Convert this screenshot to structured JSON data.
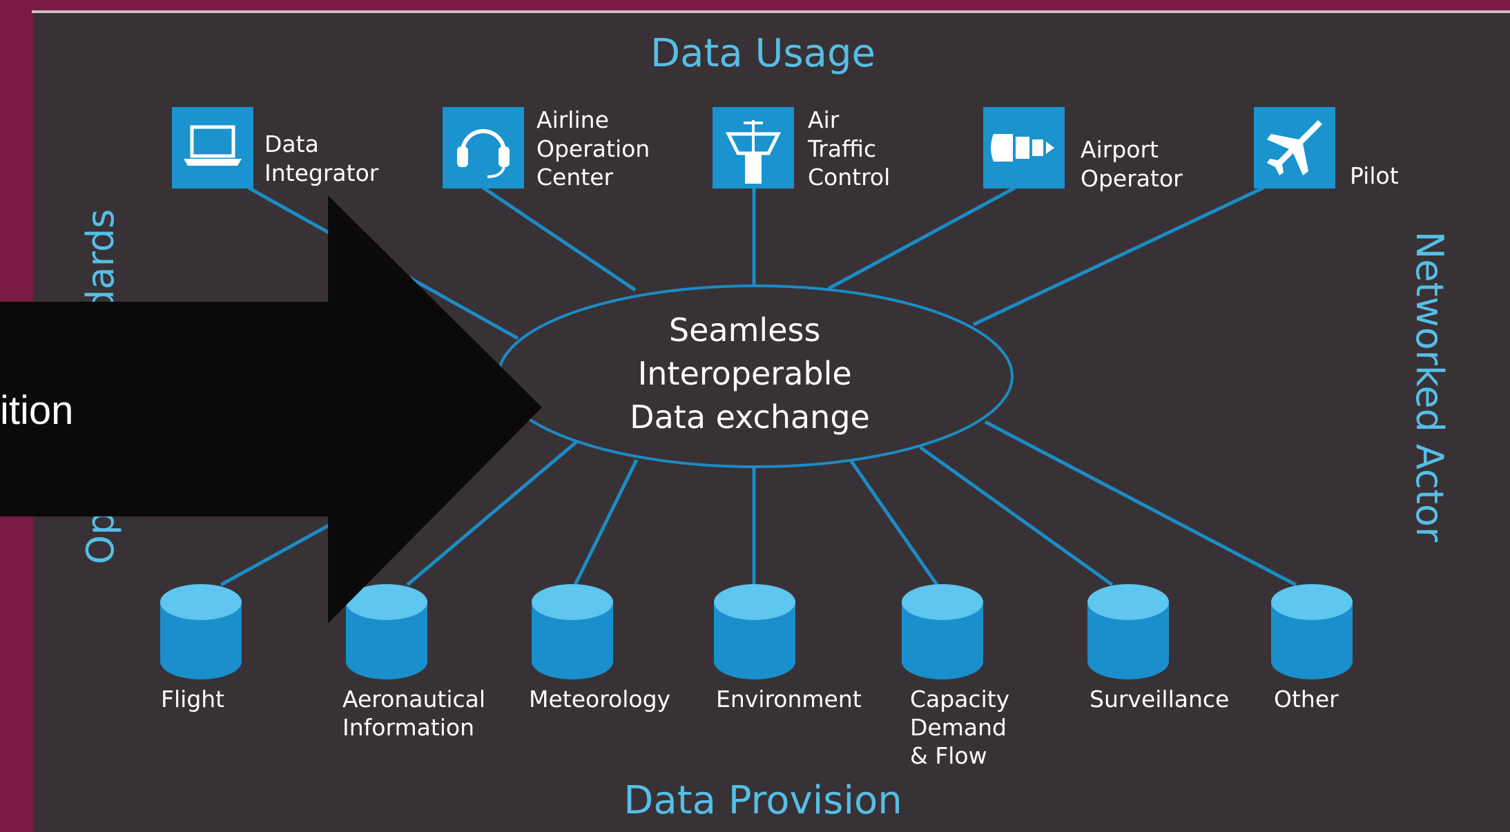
{
  "diagram": {
    "top_heading": "Data Usage",
    "bottom_heading": "Data Provision",
    "left_side_label": "Open IM Standards",
    "right_side_label": "Networked Actor",
    "center_lines": [
      "Seamless",
      "Interoperable",
      "Data exchange"
    ],
    "actors": [
      {
        "icon": "laptop-icon",
        "lines": [
          "Data",
          "Integrator"
        ]
      },
      {
        "icon": "headset-icon",
        "lines": [
          "Airline",
          "Operation",
          "Center"
        ]
      },
      {
        "icon": "control-tower-icon",
        "lines": [
          "Air",
          "Traffic",
          "Control"
        ]
      },
      {
        "icon": "terminal-building-icon",
        "lines": [
          "Airport",
          "Operator"
        ]
      },
      {
        "icon": "airplane-icon",
        "lines": [
          "Pilot"
        ]
      }
    ],
    "providers": [
      {
        "icon": "database-icon",
        "lines": [
          "Flight"
        ]
      },
      {
        "icon": "database-icon",
        "lines": [
          "Aeronautical",
          "Information"
        ]
      },
      {
        "icon": "database-icon",
        "lines": [
          "Meteorology"
        ]
      },
      {
        "icon": "database-icon",
        "lines": [
          "Environment"
        ]
      },
      {
        "icon": "database-icon",
        "lines": [
          "Capacity",
          "Demand",
          "& Flow"
        ]
      },
      {
        "icon": "database-icon",
        "lines": [
          "Surveillance"
        ]
      },
      {
        "icon": "database-icon",
        "lines": [
          "Other"
        ]
      }
    ]
  },
  "overlay": {
    "arrow_text": "ition"
  },
  "colors": {
    "slide_bg": "#7a1a43",
    "panel_bg": "#383236",
    "accent": "#55bfe6",
    "icon_box": "#1a93cf",
    "line": "#1c8cc4",
    "arrow": "#0b0a0b"
  }
}
